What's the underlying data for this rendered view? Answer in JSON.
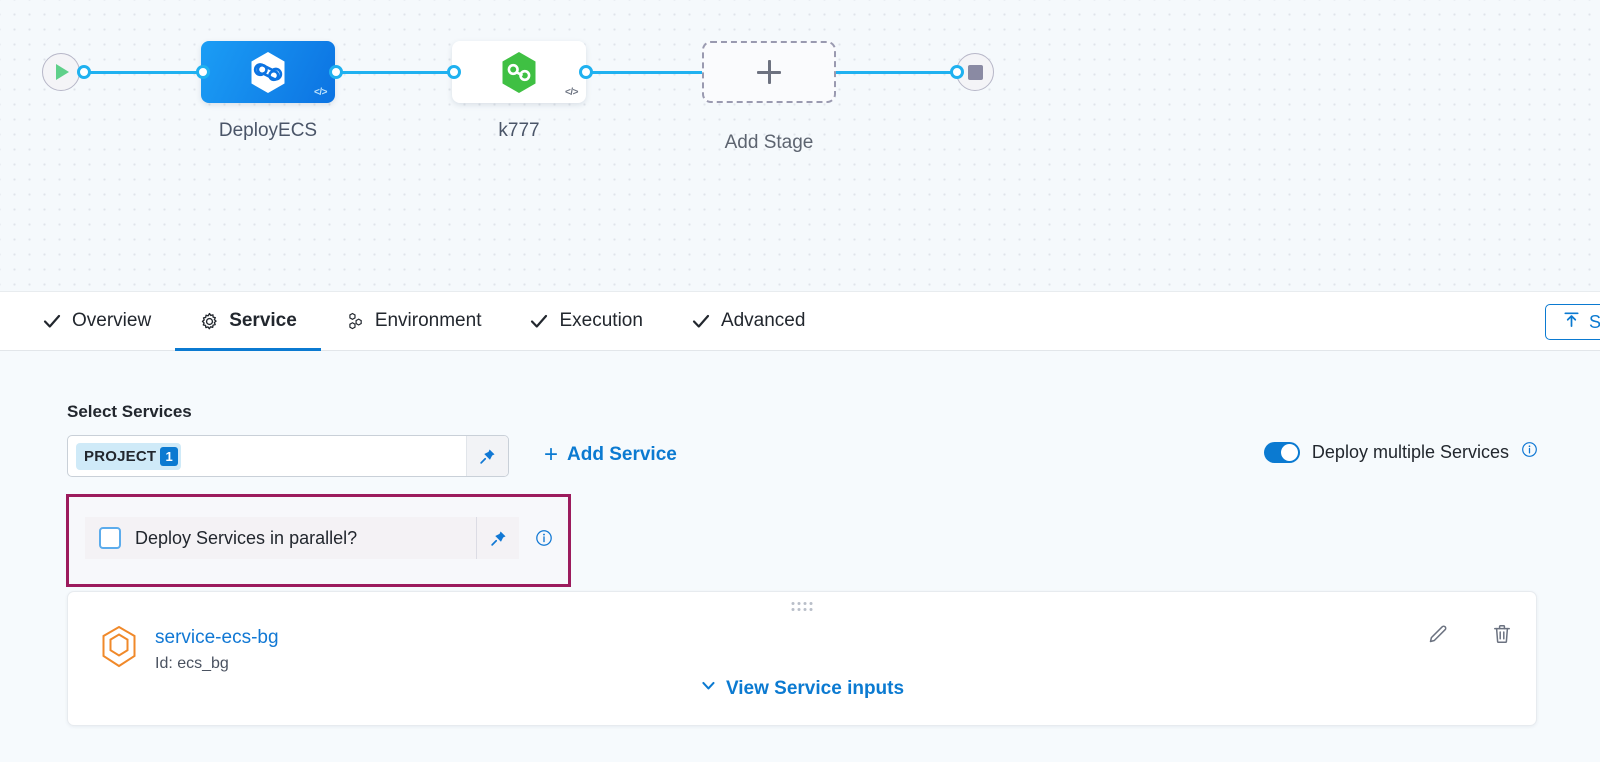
{
  "pipeline": {
    "start_node": {
      "icon": "play-icon"
    },
    "end_node": {
      "icon": "stop-icon"
    },
    "stages": [
      {
        "label": "DeployECS",
        "icon": "harness-hexagon-icon",
        "badge": "</>",
        "selected": true
      },
      {
        "label": "k777",
        "icon": "harness-hexagon-green-icon",
        "badge": "</>",
        "selected": false
      }
    ],
    "add_stage": {
      "label": "Add Stage",
      "icon": "plus-icon"
    }
  },
  "tabs": [
    {
      "label": "Overview",
      "icon": "check-icon",
      "active": false
    },
    {
      "label": "Service",
      "icon": "gear-icon",
      "active": true
    },
    {
      "label": "Environment",
      "icon": "hex-cluster-icon",
      "active": false
    },
    {
      "label": "Execution",
      "icon": "check-icon",
      "active": false
    },
    {
      "label": "Advanced",
      "icon": "check-icon",
      "active": false
    }
  ],
  "save_button": {
    "label": "S",
    "icon": "save-upload-icon"
  },
  "service_tab": {
    "section_title": "Select Services",
    "services_input": {
      "chip_label": "PROJECT",
      "chip_count": "1",
      "pin_icon": "pin-icon"
    },
    "add_service": {
      "plus": "+",
      "label": "Add Service"
    },
    "deploy_multiple": {
      "label": "Deploy multiple Services",
      "enabled": true,
      "info_icon": "info-icon"
    },
    "parallel_checkbox": {
      "label": "Deploy Services in parallel?",
      "checked": false,
      "pin_icon": "pin-icon",
      "info_icon": "info-icon"
    },
    "service_card": {
      "grip_icon": "drag-handle-icon",
      "service_icon": "service-hexagon-icon",
      "name": "service-ecs-bg",
      "id": "Id: ecs_bg",
      "view_inputs_label": "View Service inputs",
      "chevron_icon": "chevron-down-icon",
      "edit_icon": "pencil-icon",
      "delete_icon": "trash-icon"
    }
  },
  "colors": {
    "accent_blue": "#0b7ad1",
    "edge_blue": "#1fb1f0",
    "highlight_maroon": "#9c1b5d",
    "stage_green": "#3fc043",
    "service_orange": "#f0892a"
  }
}
